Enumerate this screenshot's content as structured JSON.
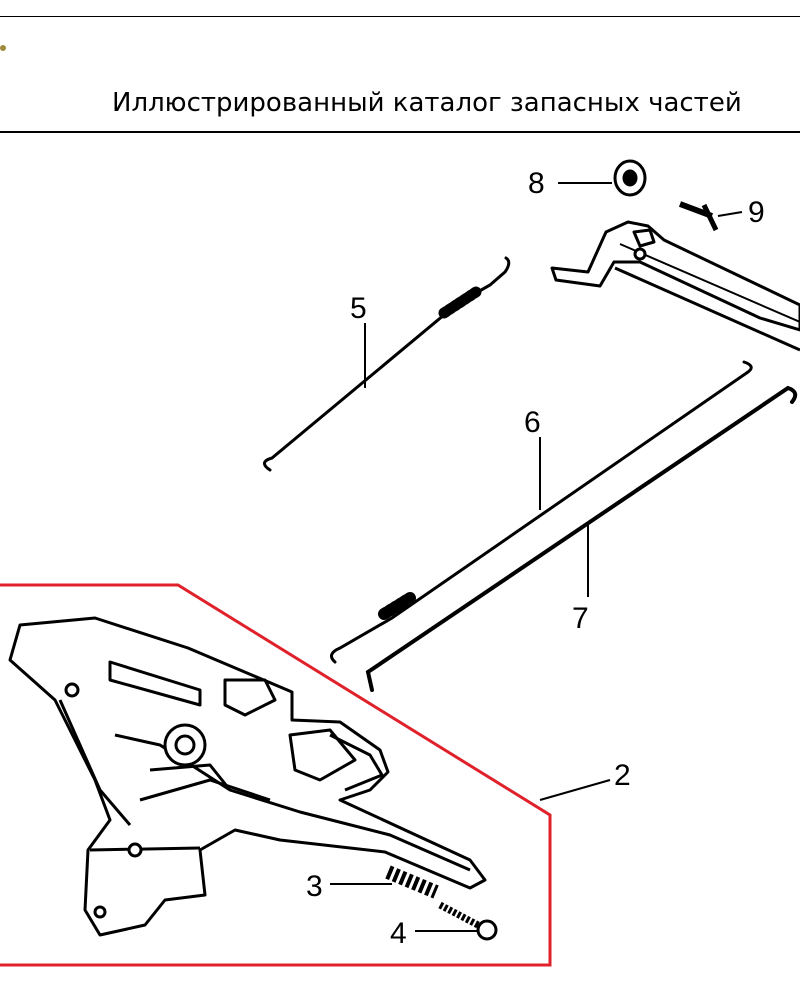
{
  "header": {
    "title": "Иллюстрированный каталог запасных частей",
    "bullet_color": "#a08a3c"
  },
  "callouts": {
    "c2": "2",
    "c3": "3",
    "c4": "4",
    "c5": "5",
    "c6": "6",
    "c7": "7",
    "c8": "8",
    "c9": "9"
  },
  "colors": {
    "highlight": "#e0202a",
    "line": "#000000"
  }
}
